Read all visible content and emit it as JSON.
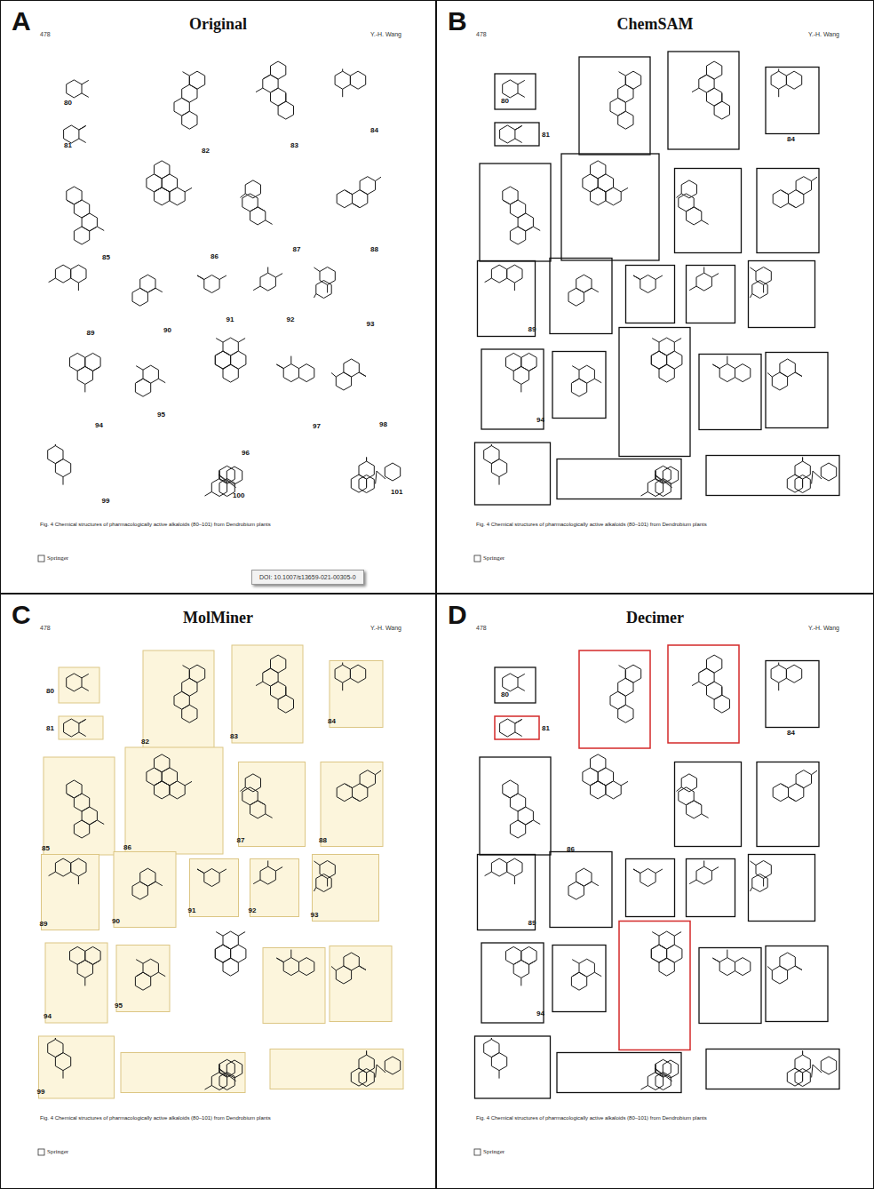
{
  "diagram": {
    "nodes": [
      {
        "text": [
          "A",
          "Original"
        ]
      },
      {
        "text": [
          "B",
          "ChemSAM"
        ]
      },
      {
        "text": [
          "C",
          "MolMiner"
        ]
      },
      {
        "text": [
          "D",
          "Decimer"
        ]
      }
    ],
    "labels": [
      "478",
      "Y.-H. Wang",
      "80",
      "81",
      "82",
      "83",
      "84",
      "85",
      "86",
      "87",
      "88",
      "89",
      "90",
      "91",
      "92",
      "93",
      "94",
      "95",
      "96",
      "97",
      "98",
      "99",
      "100",
      "101",
      "Fig. 4 Chemical structures of pharmacologically active alkaloids (80–101) from Dendrobium plants",
      "Springer",
      "DOI: 10.1007/s13659-021-00305-0",
      "478",
      "Y.-H. Wang",
      "80",
      "81",
      "84",
      "89",
      "94",
      "Fig. 4 Chemical structures of pharmacologically active alkaloids (80–101) from Dendrobium plants",
      "Springer",
      "478",
      "Y.-H. Wang",
      "80",
      "81",
      "82",
      "83",
      "84",
      "85",
      "86",
      "87",
      "88",
      "89",
      "90",
      "91",
      "92",
      "93",
      "94",
      "95",
      "99",
      "Fig. 4 Chemical structures of pharmacologically active alkaloids (80–101) from Dendrobium plants",
      "Springer",
      "478",
      "Y.-H. Wang",
      "80",
      "81",
      "84",
      "86",
      "89",
      "94",
      "Fig. 4 Chemical structures of pharmacologically active alkaloids (80–101) from Dendrobium plants",
      "Springer"
    ]
  }
}
